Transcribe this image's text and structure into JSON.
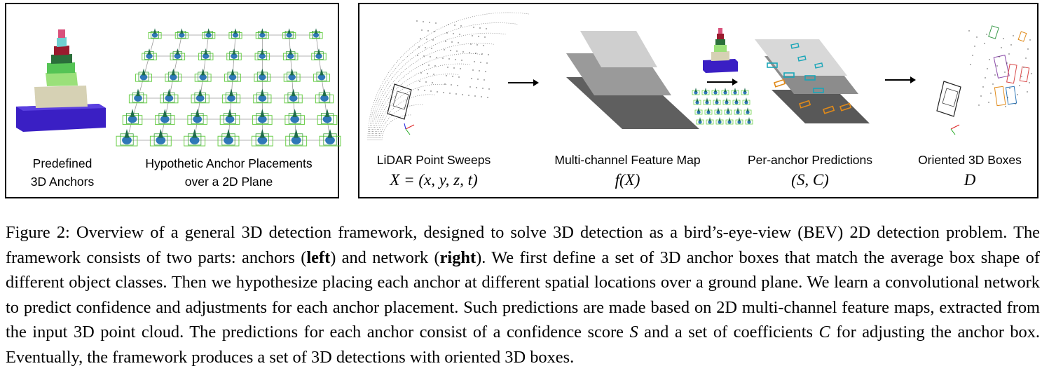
{
  "left_panel": {
    "anchors_label_1": "Predefined",
    "anchors_label_2": "3D Anchors",
    "placements_label_1": "Hypothetic Anchor Placements",
    "placements_label_2": "over a 2D Plane"
  },
  "right_panel": {
    "stages": [
      {
        "label": "LiDAR Point Sweeps",
        "math": "X = (x, y, z, t)"
      },
      {
        "label": "Multi-channel Feature Map",
        "math": "f(X)"
      },
      {
        "label": "Per-anchor Predictions",
        "math": "(S, C)"
      },
      {
        "label": "Oriented 3D Boxes",
        "math": "D"
      }
    ]
  },
  "caption": {
    "p1": "Figure 2: Overview of a general 3D detection framework, designed to solve 3D detection as a bird’s-eye-view (BEV) 2D detection problem. The framework consists of two parts: anchors (",
    "left_word": "left",
    "p2": ") and network (",
    "right_word": "right",
    "p3": "). We first define a set of 3D anchor boxes that match the average box shape of different object classes. Then we hypothesize placing each anchor at different spatial locations over a ground plane. We learn a convolutional network to predict confidence and adjustments for each anchor placement. Such predictions are made based on 2D multi-channel feature maps, extracted from the input 3D point cloud. The predictions for each anchor consist of a confidence score ",
    "var_s": "S",
    "p4": " and a set of coefficients ",
    "var_c": "C",
    "p5": " for adjusting the anchor box. Eventually, the framework produces a set of 3D detections with oriented 3D boxes."
  },
  "colors": {
    "anchor_base": "#3a1fc4",
    "anchor_tan": "#d6d1b4",
    "anchor_lightgreen": "#9be07a",
    "anchor_green": "#55c455",
    "anchor_darkred": "#9a1b2e",
    "anchor_darkgreen": "#2a6f3a",
    "anchor_cyan": "#6fd0d0",
    "anchor_pink": "#d9517b",
    "pred_cyan": "#1aa6b8",
    "pred_orange": "#e08a1a"
  }
}
